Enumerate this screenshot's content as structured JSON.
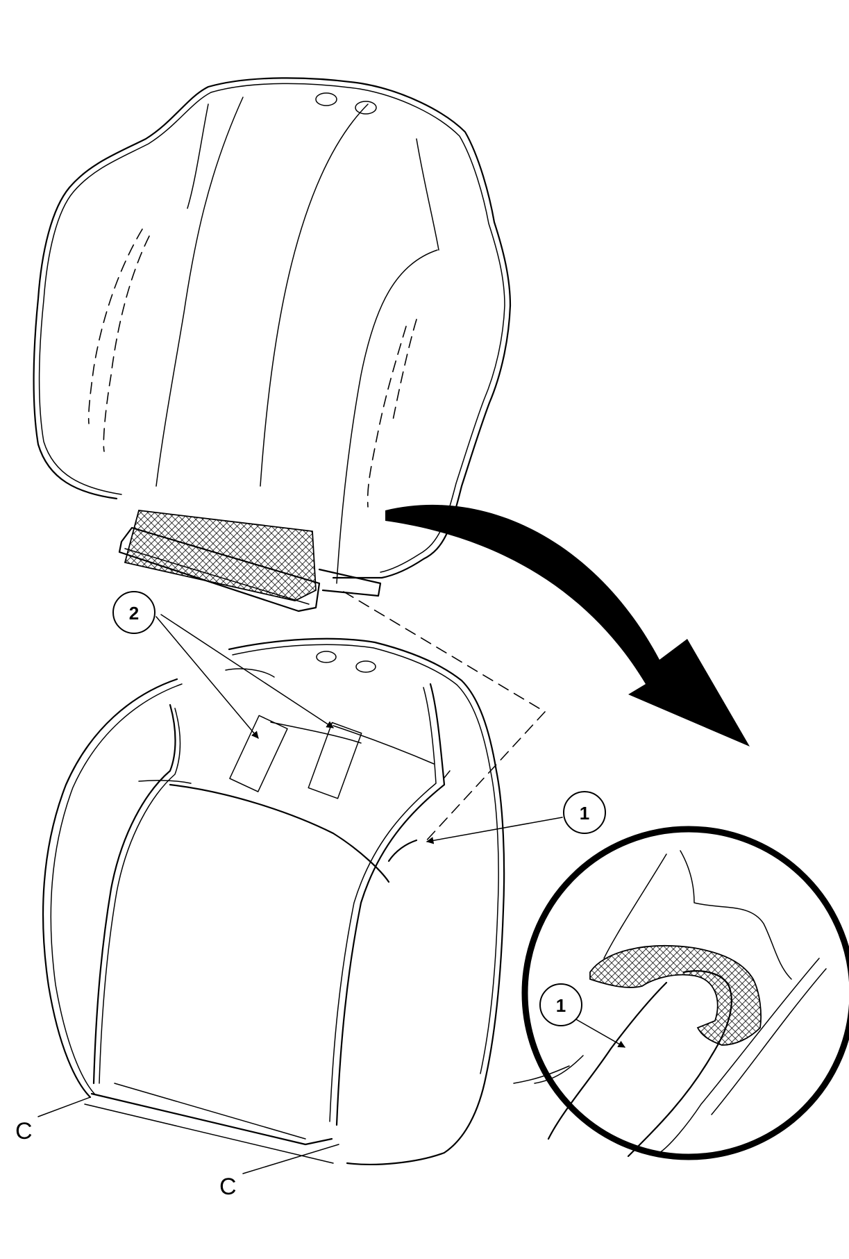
{
  "callouts": {
    "label_1": "1",
    "label_2": "2",
    "detail_label_1": "1"
  },
  "hog_rings": {
    "left": "C",
    "right": "C"
  }
}
